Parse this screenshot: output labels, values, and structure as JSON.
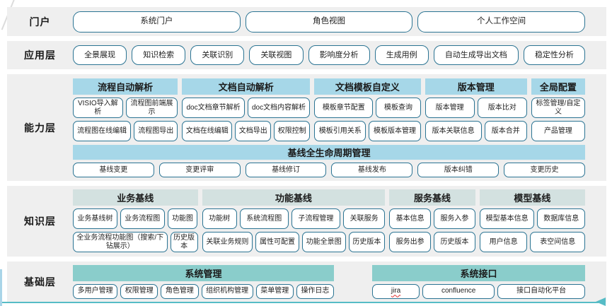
{
  "colors": {
    "band_bg": "#efefef",
    "header_blue": "#a6d7e8",
    "header_pale": "#d3e1e0",
    "header_teal": "#8acdcb",
    "button_border": "#2b7493",
    "accent": "#56bcc6"
  },
  "portal": {
    "label": "门户",
    "items": [
      "系统门户",
      "角色视图",
      "个人工作空间"
    ]
  },
  "app": {
    "label": "应用层",
    "items": [
      "全景展现",
      "知识检索",
      "关联识别",
      "关联视图",
      "影响度分析",
      "生成用例",
      "自动生成导出文档",
      "稳定性分析"
    ]
  },
  "capability": {
    "label": "能力层",
    "groups": [
      {
        "header": "流程自动解析",
        "rows": [
          [
            "VISIO导入解析",
            "流程图前端展示"
          ],
          [
            "流程图在线编辑",
            "流程图导出"
          ]
        ]
      },
      {
        "header": "文档自动解析",
        "rows": [
          [
            "doc文档章节解析",
            "doc文档内容解析"
          ],
          [
            "文档在线编辑",
            "文档导出",
            "权限控制"
          ]
        ]
      },
      {
        "header": "文档模板自定义",
        "rows": [
          [
            "模板章节配置",
            "模板查询"
          ],
          [
            "模板引用关系",
            "模板版本管理"
          ]
        ]
      },
      {
        "header": "版本管理",
        "rows": [
          [
            "版本管理",
            "版本比对"
          ],
          [
            "版本关联信息",
            "版本合并"
          ]
        ]
      },
      {
        "header": "全局配置",
        "rows": [
          [
            "标签管理/自定义"
          ],
          [
            "产品管理"
          ]
        ]
      }
    ],
    "baseline": {
      "header": "基线全生命周期管理",
      "items": [
        "基线变更",
        "变更评审",
        "基线修订",
        "基线发布",
        "版本纠错",
        "变更历史"
      ]
    }
  },
  "knowledge": {
    "label": "知识层",
    "groups": [
      {
        "header": "业务基线",
        "rows": [
          [
            "业务基线树",
            "业务流程图",
            "功能图"
          ],
          [
            "全业务流程功能图（搜索/下钻展示）",
            "历史版本"
          ]
        ]
      },
      {
        "header": "功能基线",
        "rows": [
          [
            "功能树",
            "系统流程图",
            "子流程管理",
            "关联服务"
          ],
          [
            "关联业务规则",
            "属性可配置",
            "功能全景图",
            "历史版本"
          ]
        ]
      },
      {
        "header": "服务基线",
        "rows": [
          [
            "基本信息",
            "服务入参"
          ],
          [
            "服务出参",
            "历史版本"
          ]
        ]
      },
      {
        "header": "模型基线",
        "rows": [
          [
            "模型基本信息",
            "数据库信息"
          ],
          [
            "用户信息",
            "表空间信息"
          ]
        ]
      }
    ]
  },
  "base": {
    "label": "基础层",
    "groups": [
      {
        "header": "系统管理",
        "rows": [
          [
            "多用户管理",
            "权限管理",
            "角色管理",
            "组织机构管理",
            "菜单管理",
            "操作日志"
          ]
        ]
      },
      {
        "header": "系统接口",
        "misspelled": "jira",
        "rows": [
          [
            "jira",
            "confluence",
            "接口自动化平台"
          ]
        ]
      }
    ]
  }
}
